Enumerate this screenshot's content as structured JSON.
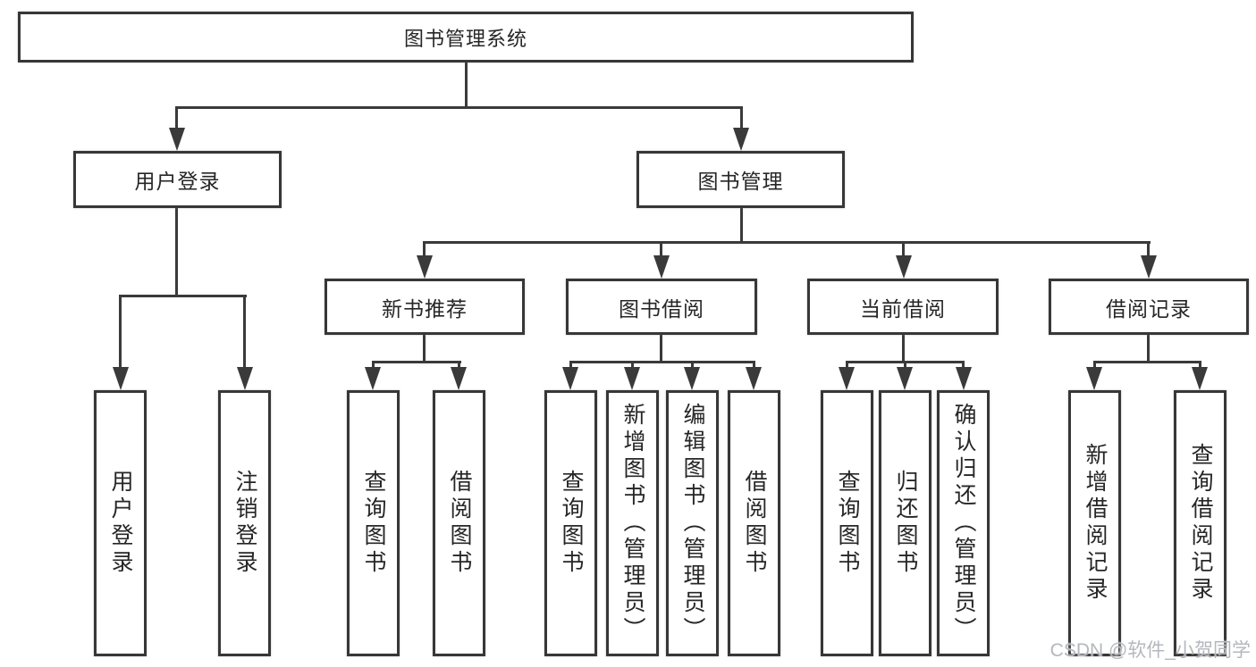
{
  "diagram": {
    "title": "图书管理系统",
    "watermark": "CSDN @软件_小贺同学",
    "colors": {
      "line": "#3a3a3a",
      "box_border": "#373737",
      "box_fill": "#ffffff",
      "text": "#262626",
      "watermark": "#b4b7bd"
    },
    "root": {
      "label": "图书管理系统"
    },
    "level2": [
      {
        "label": "用户登录"
      },
      {
        "label": "图书管理"
      }
    ],
    "level3": [
      {
        "label": "新书推荐"
      },
      {
        "label": "图书借阅"
      },
      {
        "label": "当前借阅"
      },
      {
        "label": "借阅记录"
      }
    ],
    "leaves": {
      "user_login": [
        "用户登录",
        "注销登录"
      ],
      "new_book": [
        "查询图书",
        "借阅图书"
      ],
      "book_borrow": [
        "查询图书",
        "新增图书（管理员）",
        "编辑图书（管理员）",
        "借阅图书"
      ],
      "current_borrow": [
        "查询图书",
        "归还图书",
        "确认归还（管理员）"
      ],
      "borrow_record": [
        "新增借阅记录",
        "查询借阅记录"
      ]
    }
  }
}
